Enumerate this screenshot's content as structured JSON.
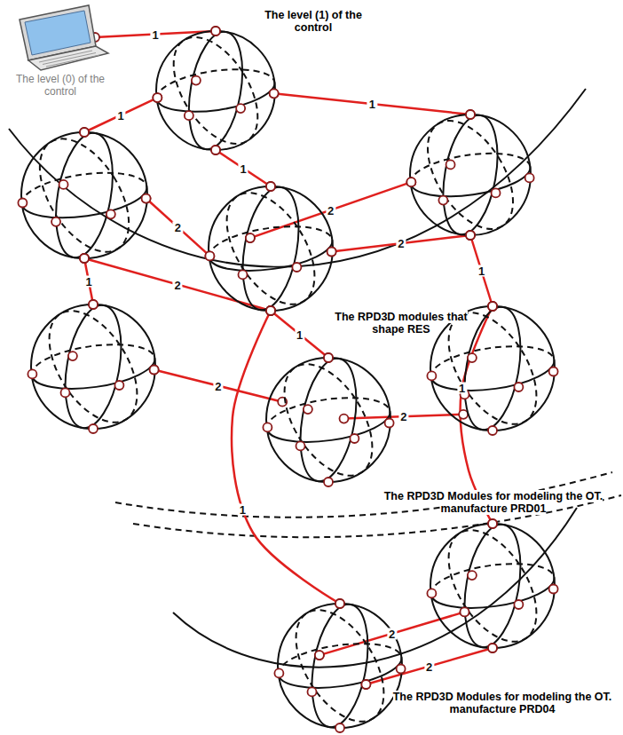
{
  "diagram": {
    "nodes": [
      {
        "text": [
          "The level (0) of the control"
        ]
      },
      {
        "text": [
          "The level (1) of the control"
        ]
      },
      {
        "text": []
      },
      {
        "text": []
      },
      {
        "text": [
          "The RPD3D modules that shape RES"
        ]
      },
      {
        "text": []
      },
      {
        "text": [
          "The RPD3D Modules for modeling the OT. manufacture PRD01"
        ]
      },
      {
        "text": []
      },
      {
        "text": []
      },
      {
        "text": [
          "The RPD3D Modules for modeling the OT. manufacture PRD04"
        ]
      }
    ],
    "edges": [
      {
        "from": 0,
        "to": 1,
        "arrow": "none",
        "label": "1"
      },
      {
        "from": 1,
        "to": 3,
        "arrow": "none",
        "label": "1"
      },
      {
        "from": 1,
        "to": 2,
        "arrow": "none",
        "label": "1"
      },
      {
        "from": 1,
        "to": 4,
        "arrow": "none",
        "label": "1"
      },
      {
        "from": 3,
        "to": 4,
        "arrow": "none",
        "label": "2"
      },
      {
        "from": 4,
        "to": 2,
        "arrow": "none",
        "label": "2"
      },
      {
        "from": 4,
        "to": 2,
        "arrow": "none",
        "label": "2"
      },
      {
        "from": 3,
        "to": 4,
        "arrow": "none",
        "label": "2"
      },
      {
        "from": 3,
        "to": 5,
        "arrow": "none",
        "label": "1"
      },
      {
        "from": 5,
        "to": 6,
        "arrow": "none",
        "label": "2"
      },
      {
        "from": 4,
        "to": 6,
        "arrow": "none",
        "label": "1"
      },
      {
        "from": 6,
        "to": 7,
        "arrow": "none",
        "label": "2"
      },
      {
        "from": 2,
        "to": 7,
        "arrow": "none",
        "label": "1"
      },
      {
        "from": 4,
        "to": 9,
        "arrow": "none",
        "label": "1"
      },
      {
        "from": 7,
        "to": 8,
        "arrow": "none",
        "label": "1"
      },
      {
        "from": 9,
        "to": 8,
        "arrow": "none",
        "label": "2"
      },
      {
        "from": 9,
        "to": 8,
        "arrow": "none",
        "label": "2"
      }
    ]
  }
}
